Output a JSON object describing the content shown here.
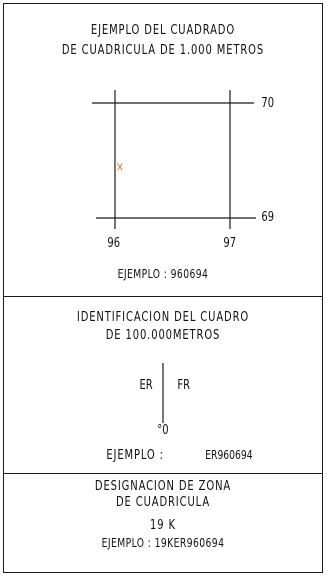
{
  "section1": {
    "title_line1": "EJEMPLO DEL CUADRADO",
    "title_line2": "DE CUADRICULA DE 1.000 METROS",
    "grid": {
      "label_top_right": "70",
      "label_bottom_right": "69",
      "label_bottom_left": "96",
      "label_bottom_mid": "97",
      "marker_symbol": "×",
      "marker_color": "#e07a10"
    },
    "example": "EJEMPLO : 960694"
  },
  "section2": {
    "title_line1": "IDENTIFICACION DEL CUADRO",
    "title_line2": "DE 100.000METROS",
    "left_code": "ER",
    "right_code": "FR",
    "below_mark": "°0",
    "example_label": "EJEMPLO :",
    "example_value": "ER960694"
  },
  "section3": {
    "title_line1": "DESIGNACION DE ZONA",
    "title_line2": "DE CUADRICULA",
    "zone": "19 K",
    "example": "EJEMPLO : 19KER960694"
  }
}
